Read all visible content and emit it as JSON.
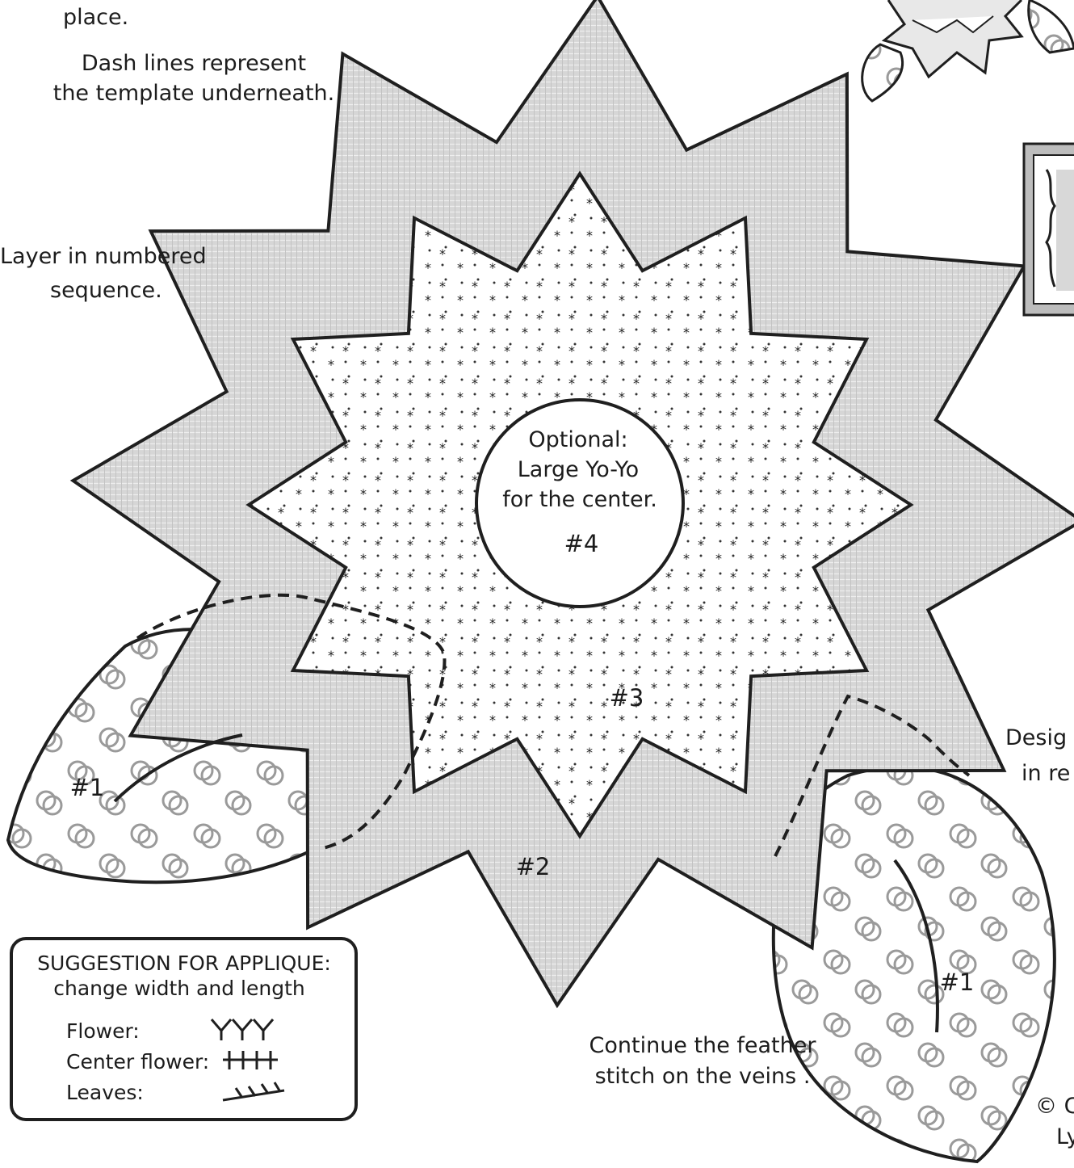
{
  "notes": {
    "top_place": "place.",
    "dash_line1": "Dash lines represent",
    "dash_line2": "the template underneath.",
    "layer_line1": "Layer in numbered",
    "layer_line2": "sequence.",
    "center_line1": "Optional:",
    "center_line2": "Large Yo-Yo",
    "center_line3": "for the center.",
    "feather_line1": "Continue the feather",
    "feather_line2": "stitch on the veins .",
    "design_line1": "Desig",
    "design_line2": "in re",
    "copyright_line1": "© C",
    "copyright_line2": "Ly"
  },
  "pieces": {
    "leaf_left": "#1",
    "leaf_right": "#1",
    "outer_star": "#2",
    "inner_star": "#3",
    "yoyo": "#4"
  },
  "suggestion_box": {
    "title": "SUGGESTION FOR APPLIQUE:",
    "subtitle": "change width and length",
    "rows": [
      {
        "label": "Flower:",
        "stitch": "YYY"
      },
      {
        "label": "Center flower:",
        "stitch": "HHH"
      },
      {
        "label": "Leaves:",
        "stitch": "feather"
      }
    ]
  },
  "colors": {
    "outline": "#1f1f1f",
    "outer_star_fill": "#d9d9d9",
    "paper": "#ffffff"
  }
}
